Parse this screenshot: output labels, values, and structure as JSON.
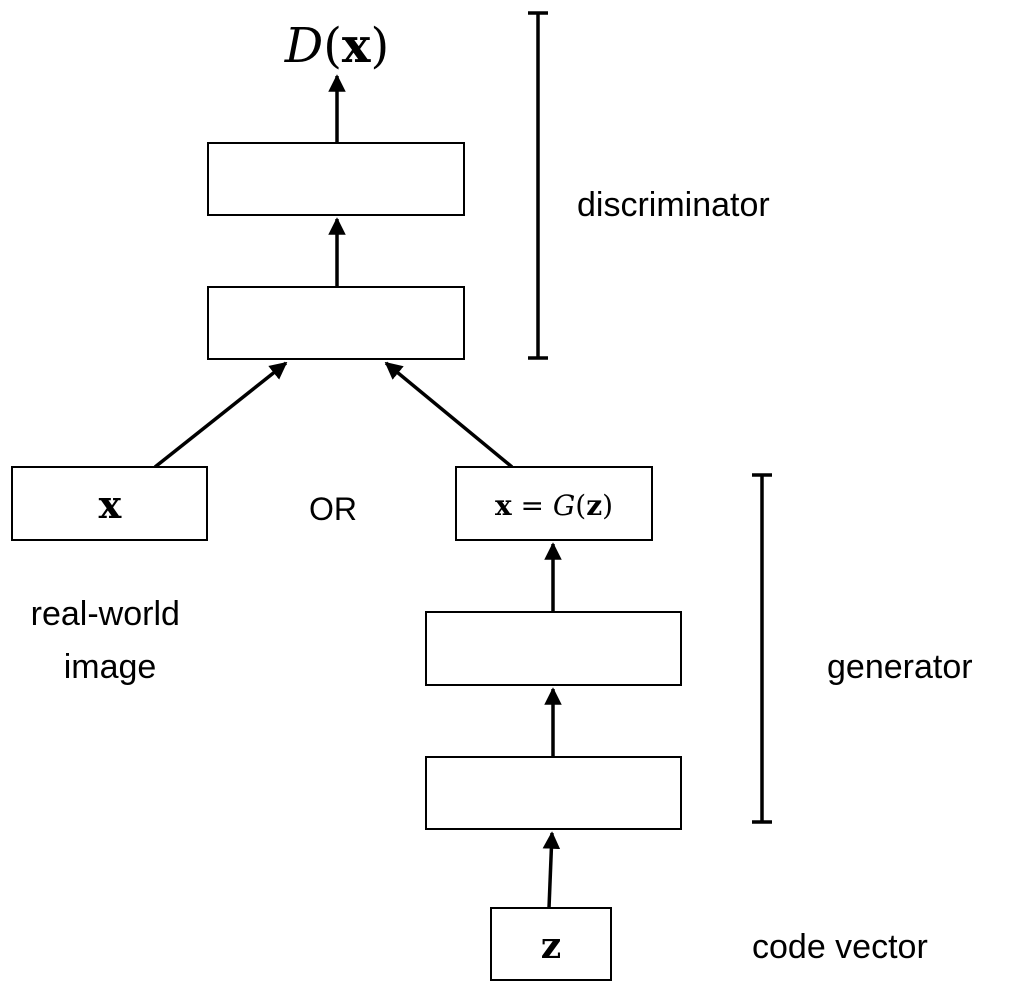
{
  "output_label": {
    "parts": [
      "D",
      "(",
      "x",
      ")"
    ]
  },
  "generated_label": {
    "parts": [
      "x",
      " = ",
      "G",
      "(",
      "z",
      ")"
    ]
  },
  "real_input_label": "x",
  "code_input_label": "z",
  "or_label": "OR",
  "real_world_label": [
    "real-world",
    "image"
  ],
  "discriminator_label": "discriminator",
  "generator_label": "generator",
  "code_vector_label": "code vector"
}
